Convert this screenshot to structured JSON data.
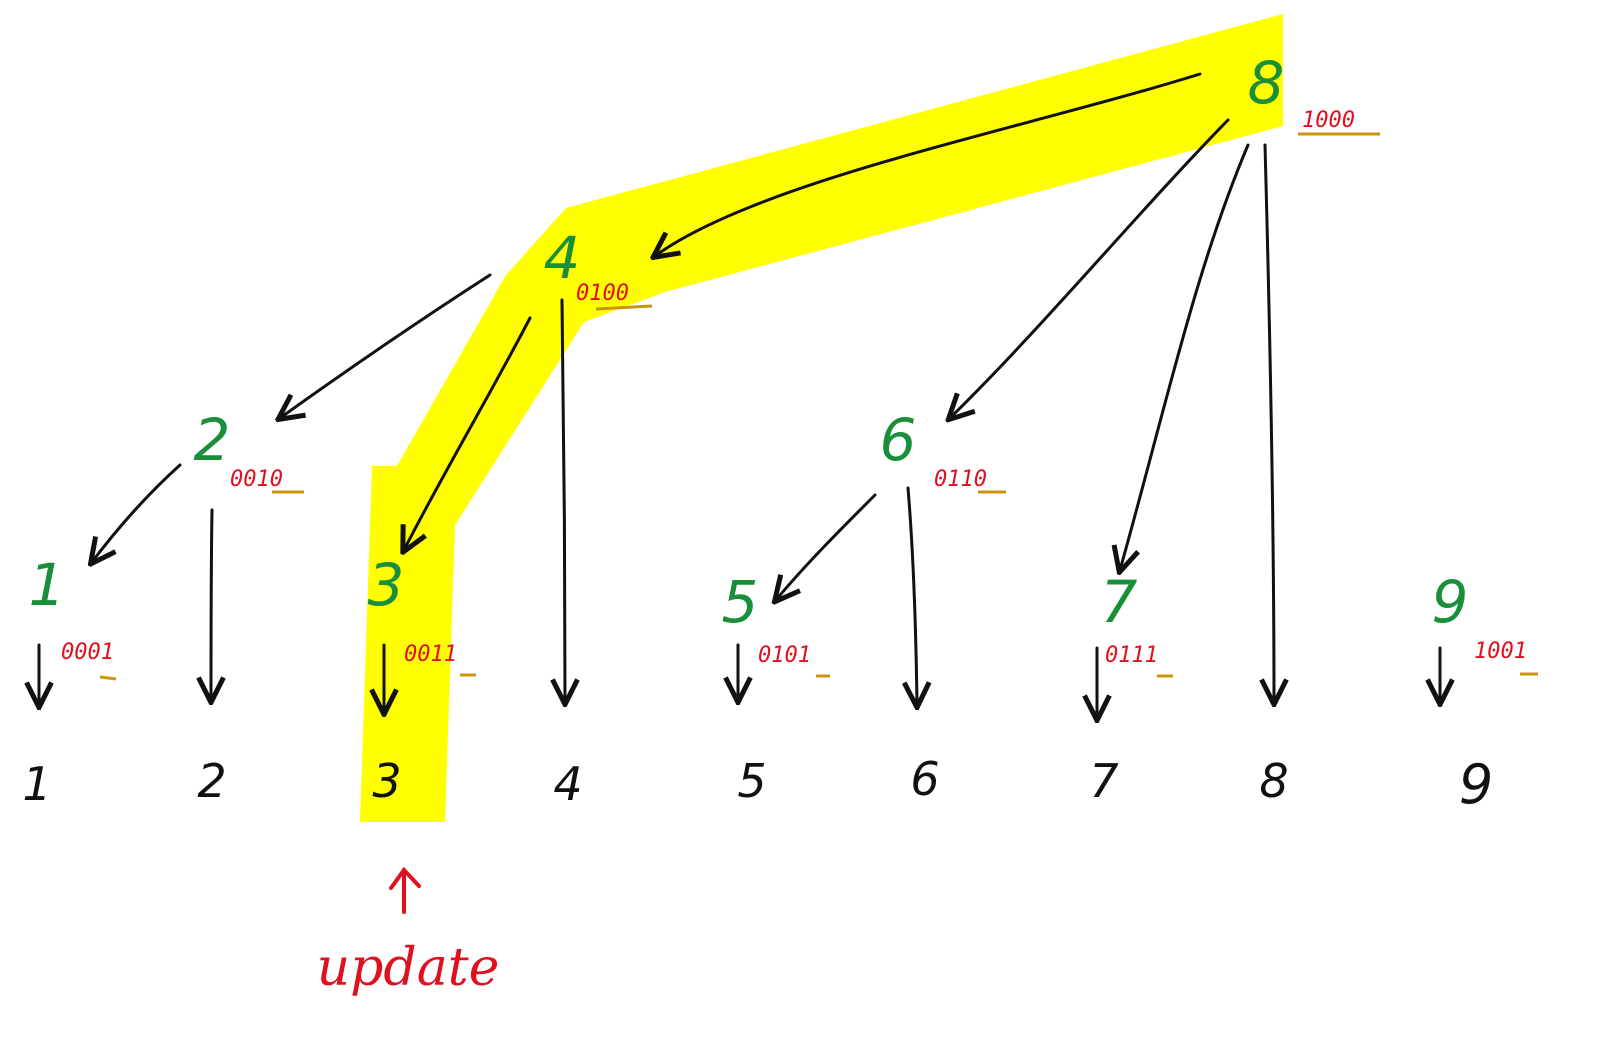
{
  "colors": {
    "highlight": "#ffff00",
    "node": "#1a8f3a",
    "binary": "#e0101e",
    "underline": "#c8960c",
    "arrow": "#111111",
    "leaf": "#111111",
    "update": "#e0101e"
  },
  "leaves": [
    "1",
    "2",
    "3",
    "4",
    "5",
    "6",
    "7",
    "8",
    "9"
  ],
  "nodes": [
    {
      "id": "8",
      "binary": "1000"
    },
    {
      "id": "4",
      "binary": "0100"
    },
    {
      "id": "2",
      "binary": "0010"
    },
    {
      "id": "6",
      "binary": "0110"
    },
    {
      "id": "1",
      "binary": "0001"
    },
    {
      "id": "3",
      "binary": "0011"
    },
    {
      "id": "5",
      "binary": "0101"
    },
    {
      "id": "7",
      "binary": "0111"
    },
    {
      "id": "9",
      "binary": "1001"
    }
  ],
  "update_label": "update",
  "highlighted_path": [
    "8",
    "4",
    "3"
  ]
}
